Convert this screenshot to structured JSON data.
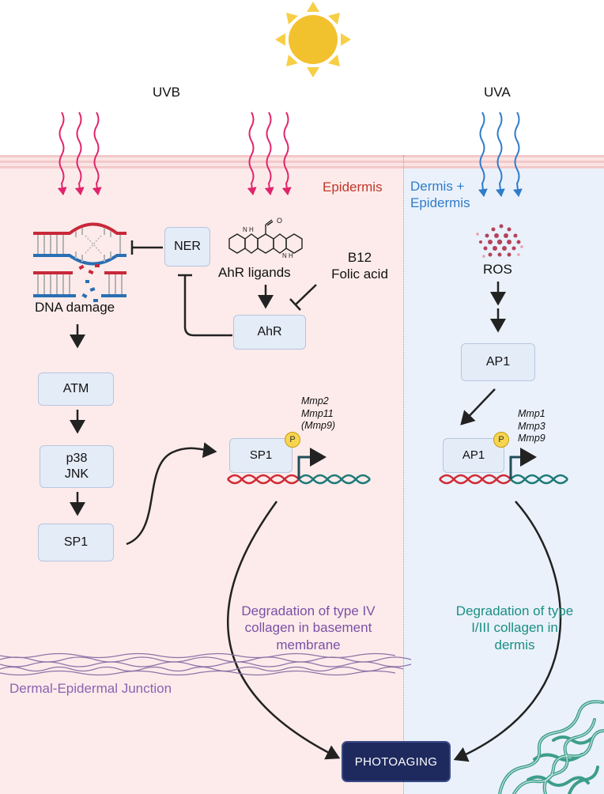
{
  "labels": {
    "uvb": "UVB",
    "uva": "UVA",
    "epidermis": "Epidermis",
    "dermis_epidermis": "Dermis +\nEpidermis",
    "ner": "NER",
    "ahr_ligands": "AhR ligands",
    "b12_folic": "B12\nFolic acid",
    "ahr": "AhR",
    "dna_damage": "DNA damage",
    "atm": "ATM",
    "p38_jnk": "p38\nJNK",
    "sp1_left": "SP1",
    "sp1_promoter": "SP1",
    "mmp_uvb": "Mmp2\nMmp11\n(Mmp9)",
    "ros": "ROS",
    "ap1": "AP1",
    "ap1_promoter": "AP1",
    "mmp_uva": "Mmp1\nMmp3\nMmp9",
    "p": "P",
    "degradation_iv": "Degradation of type IV\ncollagen in basement\nmembrane",
    "degradation_i_iii": "Degradation of type\nI/III collagen in\ndermis",
    "dej": "Dermal-Epidermal Junction",
    "photoaging": "PHOTOAGING"
  },
  "colors": {
    "uvb_wave": "#e0256c",
    "uva_wave": "#2f7cc8",
    "epidermis_label": "#c0392b",
    "dermis_label": "#2f7cc8",
    "purple_text": "#7b50a6",
    "teal_text": "#1a8f82",
    "sun": "#f2c12e",
    "photoaging_box": "#1e2a5e"
  },
  "icons": [
    "sun-icon",
    "dna-damage-icon",
    "ahr-ligand-structure-icon",
    "ros-particles-icon",
    "dna-helix-icon",
    "collagen-fiber-icon",
    "collagen-network-icon"
  ]
}
